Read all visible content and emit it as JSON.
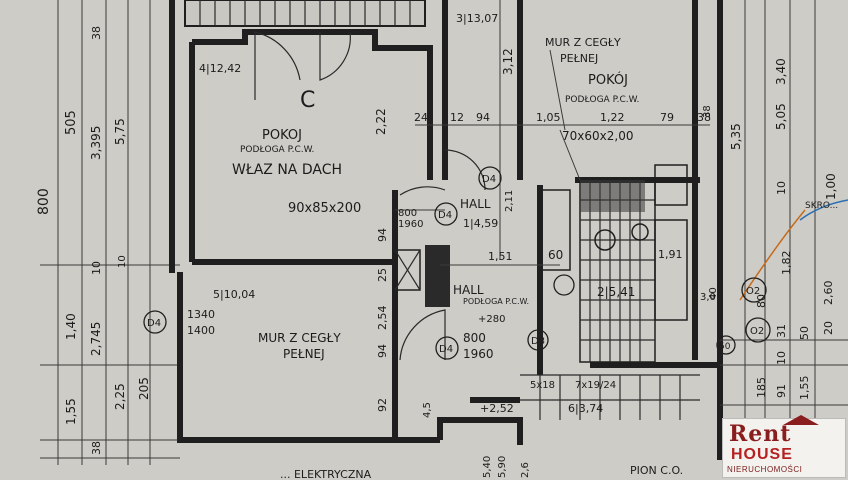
{
  "labels": {
    "area_top": "3|13,07",
    "area_c_room": "4|12,42",
    "letter_c": "C",
    "room_c_name": "POKOJ",
    "room_c_floor": "PODŁOGA P.C.W.",
    "room_c_hatch": "WŁAZ NA DACH",
    "door_c": "90x85x200",
    "mur_top_1": "MUR Z CEGŁY",
    "mur_top_2": "PEŁNEJ",
    "room_right_name": "POKÓJ",
    "room_right_floor": "PODŁOGA P.C.W.",
    "window_right": "70x60x2,00",
    "hall1": "HALL",
    "hall1_area": "1|4,59",
    "door_800_1960_a": "800",
    "door_800_1960_b": "1960",
    "room5_area": "5|10,04",
    "room5_win_a": "1340",
    "room5_win_b": "1400",
    "mur_room5_1": "MUR Z CEGŁY",
    "mur_room5_2": "PEŁNEJ",
    "hall2": "HALL",
    "hall2_floor": "PODŁOGA P.C.W.",
    "hall2_level": "+280",
    "door2_a": "800",
    "door2_b": "1960",
    "bath_area": "2|5,41",
    "stair_a": "5x18",
    "stair_b": "7x19/24",
    "stair_area": "6|3,74",
    "level_bottom": "+2,52",
    "pion": "PION C.O.",
    "partial_bottom": "... ELEKTRYCZNA",
    "skrot": "SKRO...",
    "sym_d4_1": "D4",
    "sym_d4_2": "D4",
    "sym_d4_3": "D4",
    "sym_d4_4": "D4",
    "sym_d3": "D3",
    "sym_o2_1": "O2",
    "sym_o2_2": "O2",
    "sym_50": "50"
  },
  "dims_left": [
    "800",
    "505",
    "3,395",
    "5,75",
    "2,745",
    "1,40",
    "1,55",
    "2,25",
    "205",
    "38",
    "10",
    "38"
  ],
  "dims_inner": [
    "3,12",
    "2,22",
    "24",
    "12",
    "94",
    "1,05",
    "1,22",
    "79",
    "38",
    "2,11",
    "1,51",
    "60",
    "1,91",
    "94",
    "25",
    "2,54",
    "94",
    "92",
    "4,5",
    "10",
    "38"
  ],
  "dims_right": [
    "5,35",
    "5,05",
    "3,40",
    "1,82",
    "10",
    "1,00",
    "2,60",
    "20",
    "50",
    "80",
    "31",
    "40",
    "3,0",
    "185",
    "91",
    "10",
    "1,55"
  ],
  "dims_bottom": [
    "5,40",
    "5,90",
    "2,6"
  ],
  "logo": {
    "rent": "Rent",
    "house": "HOUSE",
    "tag": "NIERUCHOMOŚCI"
  },
  "colors": {
    "paper": "#c9c7c2",
    "ink": "#1f1f1f",
    "logo_red": "#b52121",
    "annotation_blue": "#2b6fb0",
    "annotation_orange": "#c56b1c"
  }
}
